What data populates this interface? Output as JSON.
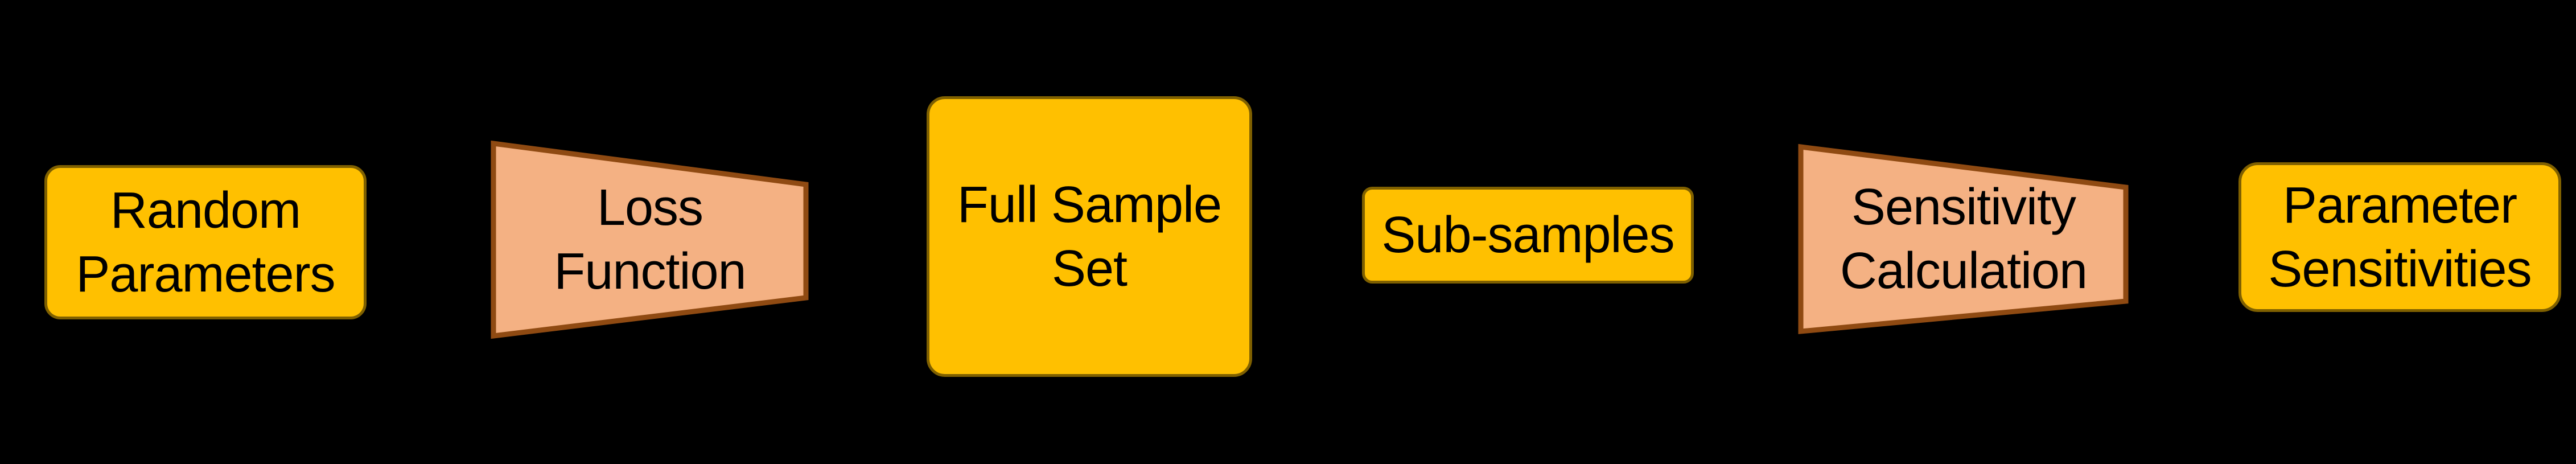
{
  "diagram": {
    "background": "#000000",
    "text_color": "#000000",
    "colors": {
      "canvas_bg": "#000000",
      "text_color": "#000000",
      "data_fill": "#FFC000",
      "data_border": "#7F6000",
      "process_fill": "#F4B183",
      "process_border": "#8F4A12"
    },
    "nodes": [
      {
        "id": "random-parameters",
        "shape": "rounded-rect",
        "role": "data",
        "label": "Random\nParameters"
      },
      {
        "id": "loss-function",
        "shape": "trapezoid",
        "role": "process",
        "label": "Loss\nFunction"
      },
      {
        "id": "full-sample-set",
        "shape": "rounded-rect",
        "role": "data",
        "label": "Full Sample\nSet"
      },
      {
        "id": "sub-samples",
        "shape": "rounded-rect",
        "role": "data",
        "label": "Sub-samples"
      },
      {
        "id": "sensitivity-calculation",
        "shape": "trapezoid",
        "role": "process",
        "label": "Sensitivity\nCalculation"
      },
      {
        "id": "parameter-sensitivities",
        "shape": "rounded-rect",
        "role": "data",
        "label": "Parameter\nSensitivities"
      }
    ]
  }
}
